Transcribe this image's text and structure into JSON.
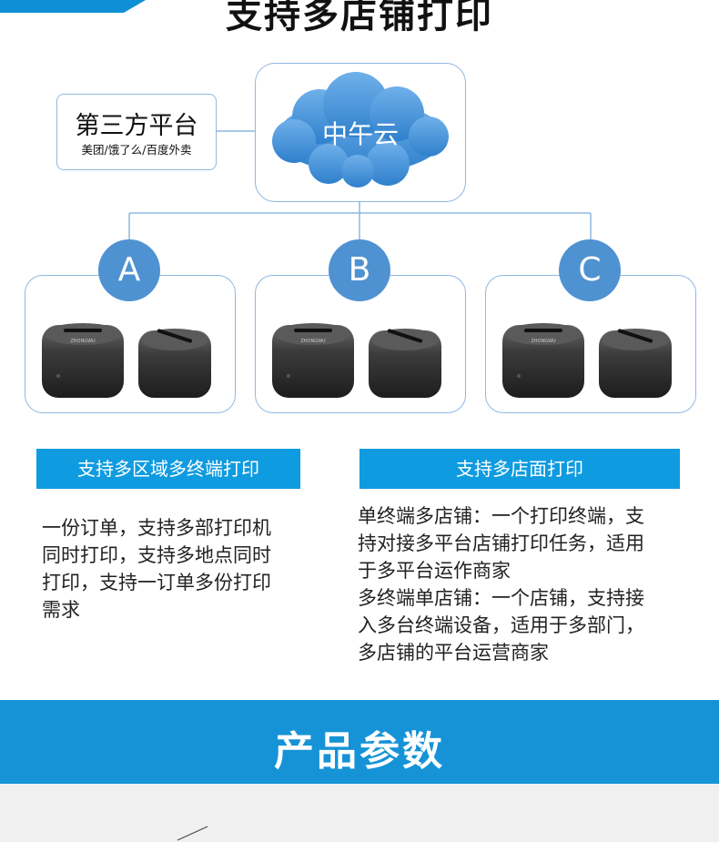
{
  "header": {
    "title": "支持多店铺打印"
  },
  "platform": {
    "name": "第三方平台",
    "examples": "美团/饿了么/百度外卖"
  },
  "cloud": {
    "label": "中午云"
  },
  "stores": [
    {
      "letter": "A",
      "printer_brand": "ZHONGWU"
    },
    {
      "letter": "B",
      "printer_brand": "ZHONGWU"
    },
    {
      "letter": "C",
      "printer_brand": "ZHONGWU"
    }
  ],
  "features": {
    "left": {
      "button": "支持多区域多终端打印",
      "lines": [
        "一份订单，支持多部打印机",
        "同时打印，支持多地点同时",
        "打印，支持一订单多份打印",
        "需求"
      ]
    },
    "right": {
      "button": "支持多店面打印",
      "lines": [
        "单终端多店铺：一个打印终端，支",
        "持对接多平台店铺打印任务，适用",
        "于多平台运作商家",
        "多终端单店铺：一个店铺，支持接",
        "入多台终端设备，适用于多部门，",
        "多店铺的平台运营商家"
      ]
    }
  },
  "section": {
    "title": "产品参数"
  },
  "colors": {
    "accent": "#0e9be0",
    "band": "#1593d6",
    "circle": "#4f92d2",
    "border": "#8fb8e0"
  }
}
